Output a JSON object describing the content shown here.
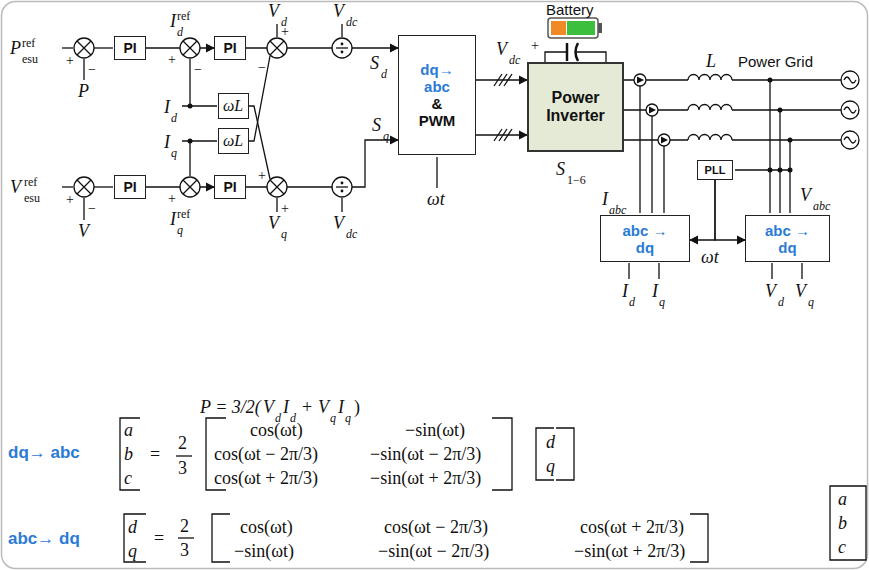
{
  "diagram": {
    "nodes": [
      {
        "text": [
          "PI"
        ]
      },
      {
        "text": [
          "PI"
        ]
      },
      {
        "text": [
          "ωL"
        ]
      },
      {
        "text": [
          "ωL"
        ]
      },
      {
        "text": [
          "PI"
        ]
      },
      {
        "text": [
          "PI"
        ]
      },
      {
        "text": [
          "dq→ abc",
          "& PWM"
        ]
      },
      {
        "text": [
          "Power Inverter"
        ]
      },
      {
        "text": [
          "PLL"
        ]
      },
      {
        "text": [
          "abc → dq"
        ]
      },
      {
        "text": [
          "abc → dq"
        ]
      }
    ],
    "edges": [
      {
        "from": 0,
        "to": 1,
        "arrow": "to"
      },
      {
        "from": 4,
        "to": 5,
        "arrow": "to"
      },
      {
        "from": 1,
        "to": 6,
        "arrow": "to"
      },
      {
        "from": 5,
        "to": 6,
        "arrow": "to"
      },
      {
        "from": 6,
        "to": 7,
        "arrow": "to"
      },
      {
        "from": 6,
        "to": 7,
        "arrow": "to"
      },
      {
        "from": 8,
        "to": 9,
        "arrow": "to"
      },
      {
        "from": 8,
        "to": 10,
        "arrow": "to"
      }
    ],
    "labels": [
      "P",
      "ref",
      "esu",
      "+",
      "−",
      "P",
      "I",
      "ref",
      "d",
      "+",
      "−",
      "V",
      "d",
      "+",
      "−",
      "V",
      "dc",
      "S",
      "d",
      "I",
      "d",
      "I",
      "q",
      "V",
      "ref",
      "esu",
      "+",
      "−",
      "V",
      "I",
      "ref",
      "q",
      "+",
      "+",
      "+",
      "V",
      "q",
      "V",
      "dc",
      "S",
      "q",
      "ωt",
      "S",
      "1−6",
      "Battery",
      "V",
      "dc",
      "+",
      "L",
      "Power Grid",
      "I",
      "abc",
      "V",
      "abc",
      "ωt",
      "I",
      "d",
      "I",
      "q",
      "V",
      "d",
      "V",
      "q",
      "P = 3/2(",
      "V",
      "d",
      "I",
      "d",
      "+",
      "V",
      "q",
      "I",
      "q",
      ")",
      "dq→ abc",
      "a",
      "b",
      "c",
      "=",
      "2",
      "3",
      "cos(ωt)",
      "cos(ωt − 2π/3)",
      "cos(ωt + 2π/3)",
      "−sin(ωt)",
      "−sin(ωt − 2π/3)",
      "−sin(ωt + 2π/3)",
      "d",
      "q",
      "abc→ dq",
      "d",
      "q",
      "=",
      "2",
      "3",
      "cos(ωt)",
      "cos(ωt − 2π/3)",
      "cos(ωt + 2π/3)",
      "−sin(ωt)",
      "−sin(ωt − 2π/3)",
      "−sin(ωt + 2π/3)",
      "a",
      "b",
      "c"
    ]
  }
}
